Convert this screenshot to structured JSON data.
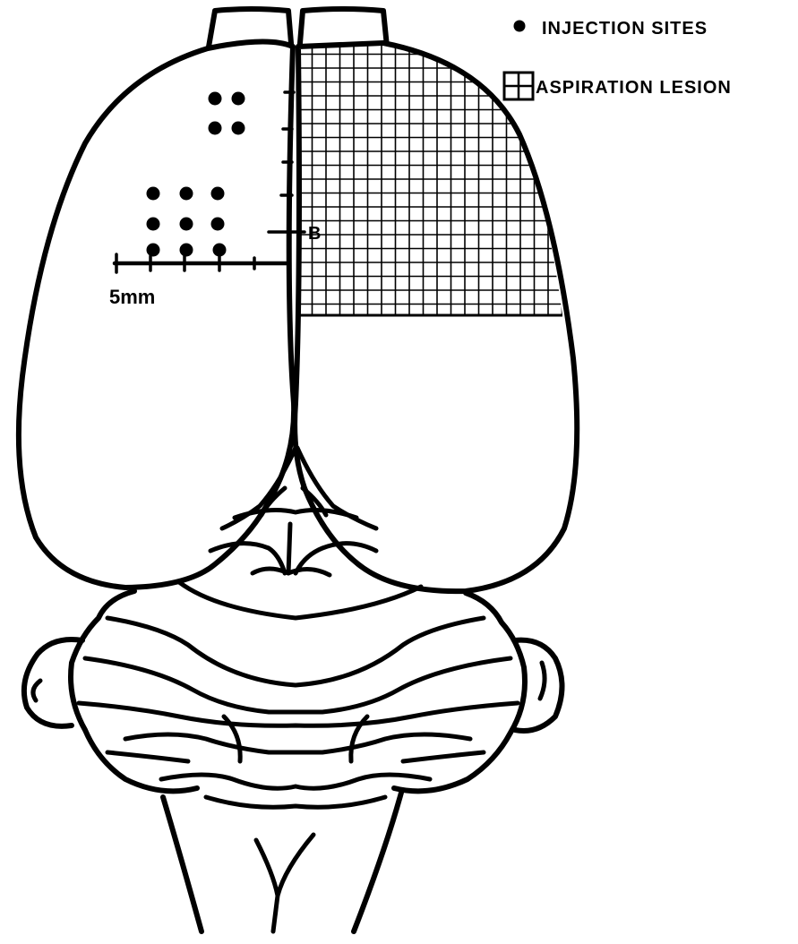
{
  "legend": {
    "injection_sites_label": "INJECTION SITES",
    "aspiration_lesion_label": "ASPIRATION LESION"
  },
  "scale_bar": {
    "label": "5mm"
  },
  "marker": {
    "label": "B"
  }
}
